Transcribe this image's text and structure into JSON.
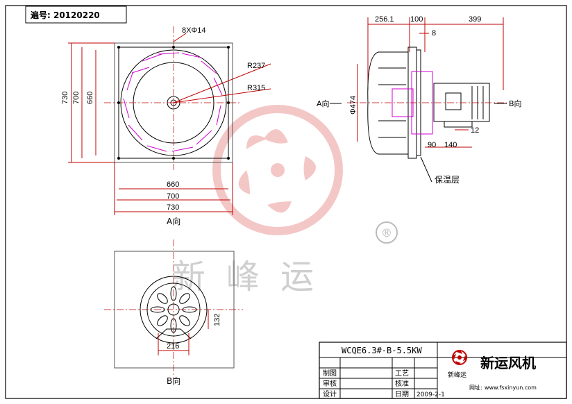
{
  "drawing_no_label": "遍号: 20120220",
  "front_view": {
    "holes": "8XΦ14",
    "r_inner": "R237",
    "r_outer": "R315",
    "v730": "730",
    "v700": "700",
    "v660": "660",
    "h660": "660",
    "h700": "700",
    "h730": "730",
    "view_label": "A向"
  },
  "side_view": {
    "d256": "256.1",
    "d100": "100",
    "d399": "399",
    "d8": "8",
    "dia": "Φ474",
    "d12": "12",
    "d90": "90",
    "d140": "140",
    "a_dir": "A向",
    "b_dir": "B向",
    "insulation": "保温层"
  },
  "rear_view": {
    "d216": "216",
    "d132": "132",
    "view_label": "B向"
  },
  "watermark": {
    "text": "新峰运",
    "registered": "®"
  },
  "title_block": {
    "model": "WCQE6.3#-B-5.5KW",
    "company": "新运风机",
    "logo_caption": "新峰运",
    "website_label": "网址:",
    "website": "www.fsxinyun.com",
    "rows": [
      {
        "label_a": "制图",
        "label_b": "工艺"
      },
      {
        "label_a": "审核",
        "label_b": "核准"
      },
      {
        "label_a": "设计",
        "label_b": "日期",
        "date": "2009-2-1"
      }
    ]
  }
}
